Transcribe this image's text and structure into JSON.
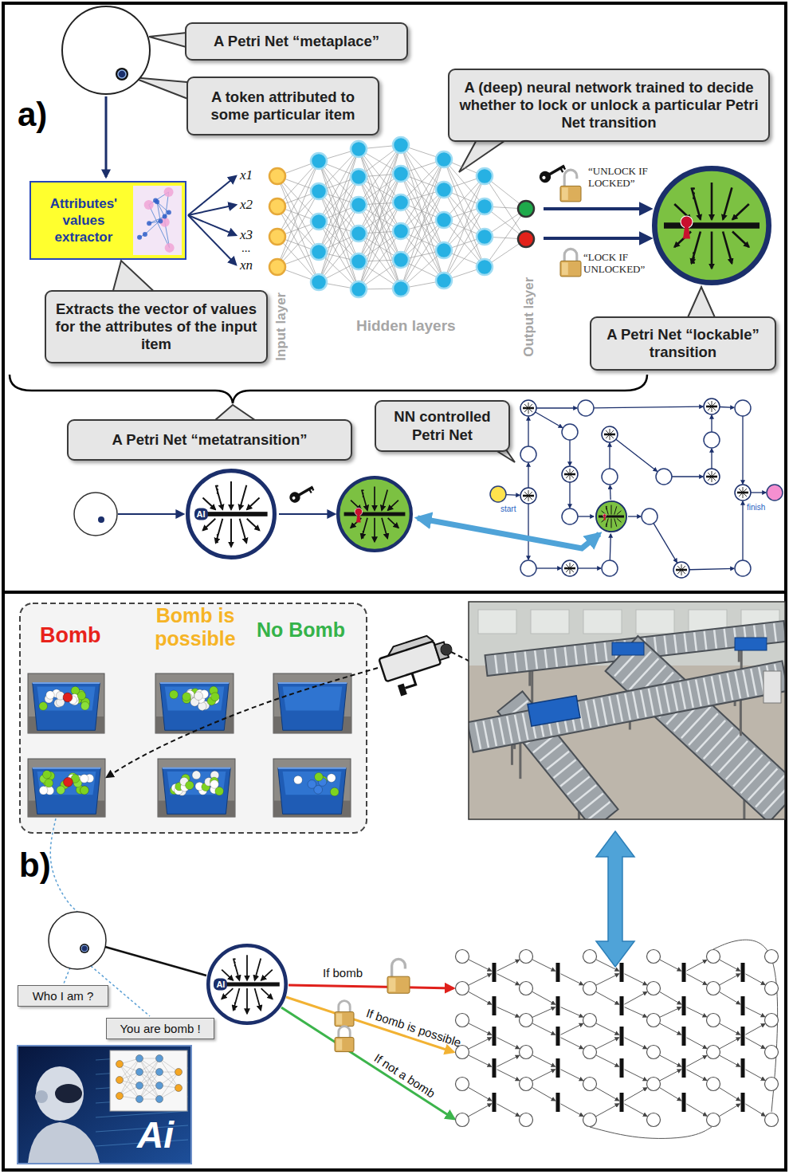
{
  "diagram": {
    "nodes": [
      {
        "text": [
          "A Petri Net “metaplace”"
        ]
      },
      {
        "text": [
          "A token attributed to some particular item"
        ]
      },
      {
        "text": [
          "A (deep) neural network trained to decide whether to lock or unlock a particular Petri Net transition"
        ]
      },
      {
        "text": [
          "Attributes' values extractor"
        ]
      },
      {
        "text": [
          "Extracts the vector of values for the attributes of the input item"
        ]
      },
      {
        "text": [
          "A Petri Net “lockable” transition"
        ]
      },
      {
        "text": [
          "NN controlled Petri Net"
        ]
      },
      {
        "text": [
          "A Petri Net “metatransition”"
        ]
      },
      {
        "text": [
          "AI"
        ]
      },
      {
        "text": [
          "Who I am ?"
        ]
      },
      {
        "text": [
          "You are bomb !"
        ]
      },
      {
        "text": [
          "AI"
        ]
      }
    ],
    "labels": [
      "a)",
      "x1",
      "x2",
      "x3",
      "...",
      "xn",
      "Input layer",
      "Hidden layers",
      "Output layer",
      "“UNLOCK IF LOCKED”",
      "“LOCK IF UNLOCKED”",
      "start",
      "finish",
      "Bomb",
      "Bomb is possible",
      "No Bomb",
      "b)",
      "If bomb",
      "If bomb is possible",
      "If not a bomb",
      "Ai"
    ]
  }
}
